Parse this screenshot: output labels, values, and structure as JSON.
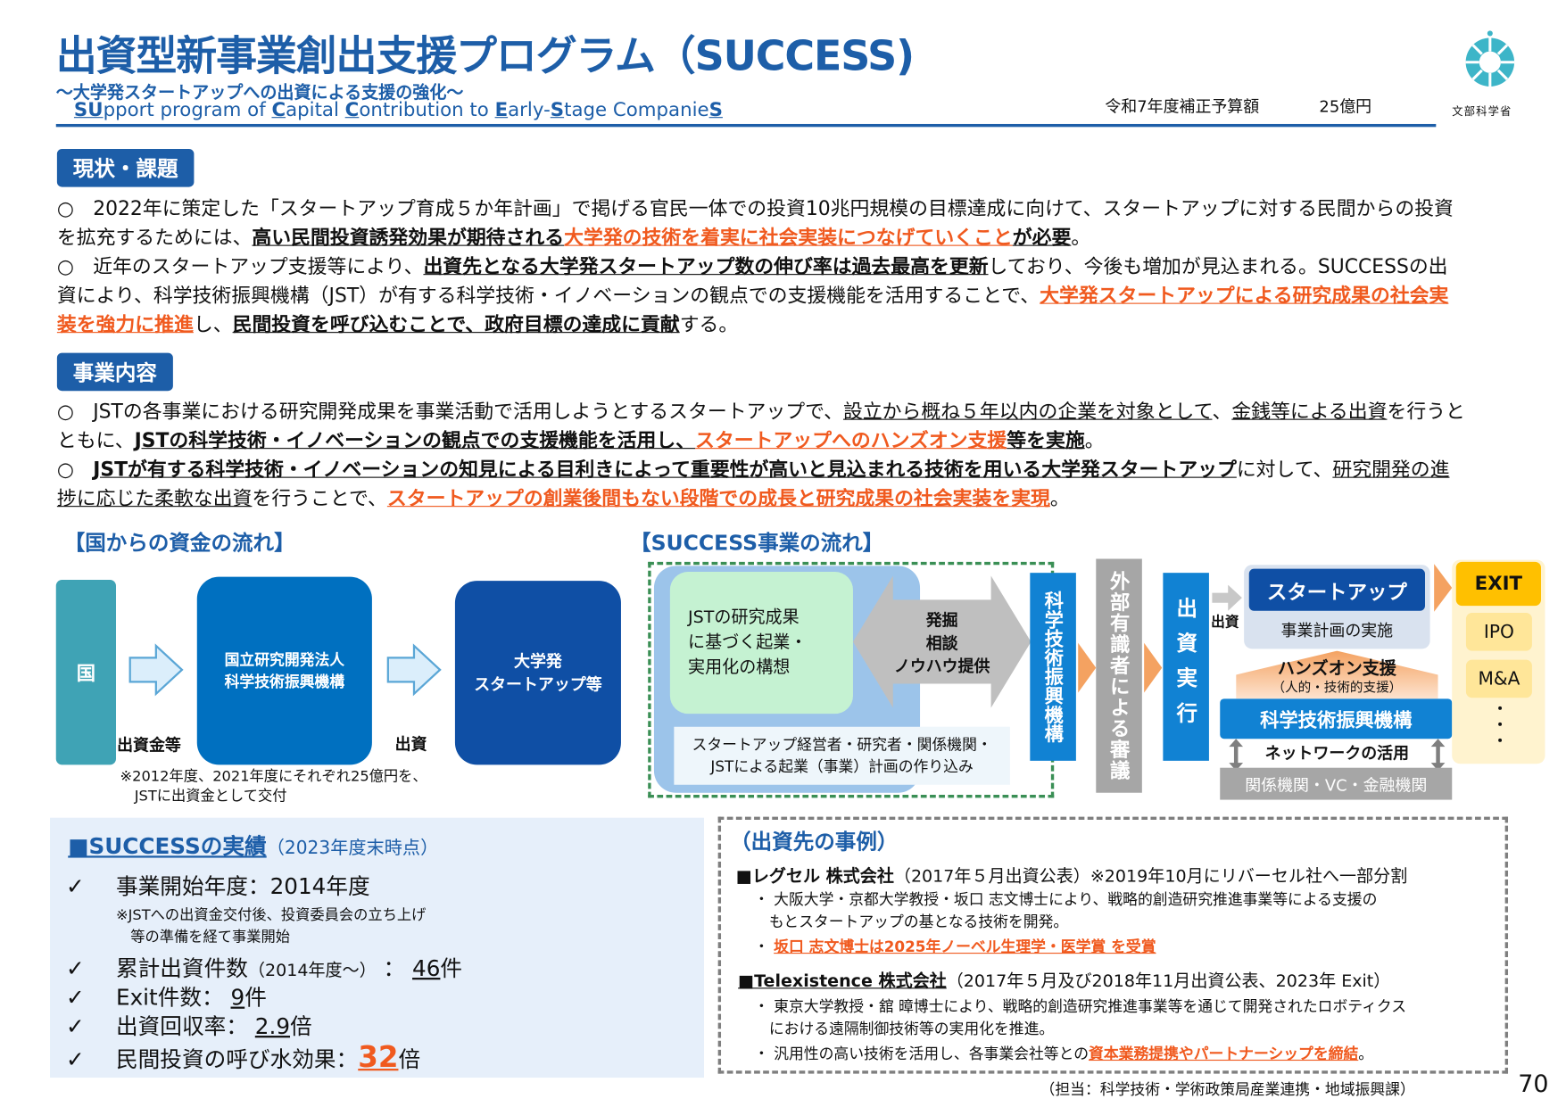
{
  "header": {
    "title": "出資型新事業創出支援プログラム（SUCCESS)",
    "subtitle": "～大学発スタートアップへの出資による支援の強化～",
    "english_parts": [
      {
        "t": "SU",
        "b": true
      },
      {
        "t": "pport program of ",
        "b": false
      },
      {
        "t": "C",
        "b": true
      },
      {
        "t": "apital ",
        "b": false
      },
      {
        "t": "C",
        "b": true
      },
      {
        "t": "ontribution to ",
        "b": false
      },
      {
        "t": "E",
        "b": true
      },
      {
        "t": "arly-",
        "b": false
      },
      {
        "t": "S",
        "b": true
      },
      {
        "t": "tage Companie",
        "b": false
      },
      {
        "t": "S",
        "b": true
      }
    ],
    "budget_label": "令和7年度補正予算額",
    "budget_value": "25億円",
    "logo_text": "文部科学省"
  },
  "section1": {
    "heading": "現状・課題",
    "bullet": "○",
    "p1": [
      {
        "t": "2022年に策定した「スタートアップ育成５か年計画」で掲げる官民一体での投資10兆円規模の目標達成に向けて、スタートアップに対する民間からの投資を拡充するためには、",
        "s": ""
      },
      {
        "t": "高い民間投資誘発効果が期待される",
        "s": "bold-ul"
      },
      {
        "t": "大学発の技術を着実に社会実装につなげていくこと",
        "s": "orange"
      },
      {
        "t": "が必要",
        "s": "bold-ul"
      },
      {
        "t": "。",
        "s": ""
      }
    ],
    "p2": [
      {
        "t": "近年のスタートアップ支援等により、",
        "s": ""
      },
      {
        "t": "出資先となる大学発スタートアップ数の伸び率は過去最高を更新",
        "s": "bold-ul"
      },
      {
        "t": "しており、今後も増加が見込まれる。SUCCESSの出資により、科学技術振興機構（JST）が有する科学技術・イノベーションの観点での支援機能を活用することで、",
        "s": ""
      },
      {
        "t": "大学発スタートアップによる研究成果の社会実装を強力に推進",
        "s": "orange"
      },
      {
        "t": "し、",
        "s": ""
      },
      {
        "t": "民間投資を呼び込むことで、政府目標の達成に貢献",
        "s": "bold-ul"
      },
      {
        "t": "する。",
        "s": ""
      }
    ]
  },
  "section2": {
    "heading": "事業内容",
    "p1": [
      {
        "t": "JSTの各事業における研究開発成果を事業活動で活用しようとするスタートアップで、",
        "s": ""
      },
      {
        "t": "設立から概ね５年以内の企業を対象として",
        "s": "ul"
      },
      {
        "t": "、",
        "s": ""
      },
      {
        "t": "金銭等による出資",
        "s": "ul"
      },
      {
        "t": "を行うとともに、",
        "s": ""
      },
      {
        "t": "JSTの科学技術・イノベーションの観点での支援機能を活用し、",
        "s": "bold-ul"
      },
      {
        "t": "スタートアップへのハンズオン支援",
        "s": "orange"
      },
      {
        "t": "等を実施",
        "s": "bold-ul"
      },
      {
        "t": "。",
        "s": ""
      }
    ],
    "p2": [
      {
        "t": "JSTが有する科学技術・イノベーションの知見による目利きによって重要性が高いと見込まれる技術を用いる大学発スタートアップ",
        "s": "bold-ul"
      },
      {
        "t": "に対して、",
        "s": ""
      },
      {
        "t": "研究開発の進捗に応じた柔軟な出資",
        "s": "ul"
      },
      {
        "t": "を行うことで、",
        "s": ""
      },
      {
        "t": "スタートアップの創業後間もない段階での成長と研究成果の社会実装を実現",
        "s": "orange"
      },
      {
        "t": "。",
        "s": ""
      }
    ]
  },
  "flow_national": {
    "title": "【国からの資金の流れ】",
    "country": "国",
    "agency": "国立研究開発法人\n科学技術振興機構",
    "startup": "大学発\nスタートアップ等",
    "label1": "出資金等",
    "label2": "出資",
    "note": "※2012年度、2021年度にそれぞれ25億円を、\n　JSTに出資金として交付"
  },
  "flow_success": {
    "title": "【SUCCESS事業の流れ】",
    "concept": "JSTの研究成果\nに基づく起業・\n実用化の構想",
    "arrow_text": "発掘\n相談\nノウハウ提供",
    "planning": "スタートアップ経営者・研究者・関係機関・\nJSTによる起業（事業）計画の作り込み",
    "jst_vertical": "科学技術振興機構",
    "review_vertical": "外部有識者による審議",
    "invest_vertical": "出資実行",
    "invest_small": "出資",
    "startup": "スタートアップ",
    "business_plan": "事業計画の実施",
    "handson": "ハンズオン支援",
    "handson_sub": "（人的・技術的支援）",
    "jst": "科学技術振興機構",
    "network": "ネットワークの活用",
    "partners": "関係機関・VC・金融機関",
    "exit": "EXIT",
    "ipo": "IPO",
    "ma": "M&A",
    "dots": "・\n・\n・"
  },
  "results": {
    "heading": "■SUCCESSの実績",
    "heading_note": "（2023年度末時点）",
    "check": "✓",
    "item1": "事業開始年度：2014年度",
    "item1_note": "※JSTへの出資金交付後、投資委員会の立ち上げ\n　等の準備を経て事業開始",
    "item2_label": "累計出資件数",
    "item2_note": "（2014年度～）",
    "item2_value": "46",
    "item2_unit": "件",
    "item3_label": "Exit件数：",
    "item3_value": "9",
    "item3_unit": "件",
    "item4_label": "出資回収率：",
    "item4_value": "2.9",
    "item4_unit": "倍",
    "item5_label": "民間投資の呼び水効果：",
    "item5_value": "32",
    "item5_unit": "倍"
  },
  "cases": {
    "heading": "（出資先の事例）",
    "c1_title": "■レグセル 株式会社",
    "c1_meta": "（2017年５月出資公表）※2019年10月にリバーセル社へ一部分割",
    "c1_b1": "・ 大阪大学・京都大学教授・坂口 志文博士により、戦略的創造研究推進事業等による支援の\n　もとスタートアップの基となる技術を開発。",
    "c1_b2_dot": "・ ",
    "c1_b2": "坂口 志文博士は2025年ノーベル生理学・医学賞 を受賞",
    "c2_title": "■Telexistence 株式会社",
    "c2_meta": "（2017年５月及び2018年11月出資公表、2023年 Exit）",
    "c2_b1": "・ 東京大学教授・舘 暲博士により、戦略的創造研究推進事業等を通じて開発されたロボティクス\n　における遠隔制御技術等の実用化を推進。",
    "c2_b2_pre": "・ 汎用性の高い技術を活用し、各事業会社等との",
    "c2_b2_em": "資本業務提携やパートナーシップを締結",
    "c2_b2_post": "。"
  },
  "footer": {
    "contact": "（担当：科学技術・学術政策局産業連携・地域振興課）",
    "page": "70"
  }
}
